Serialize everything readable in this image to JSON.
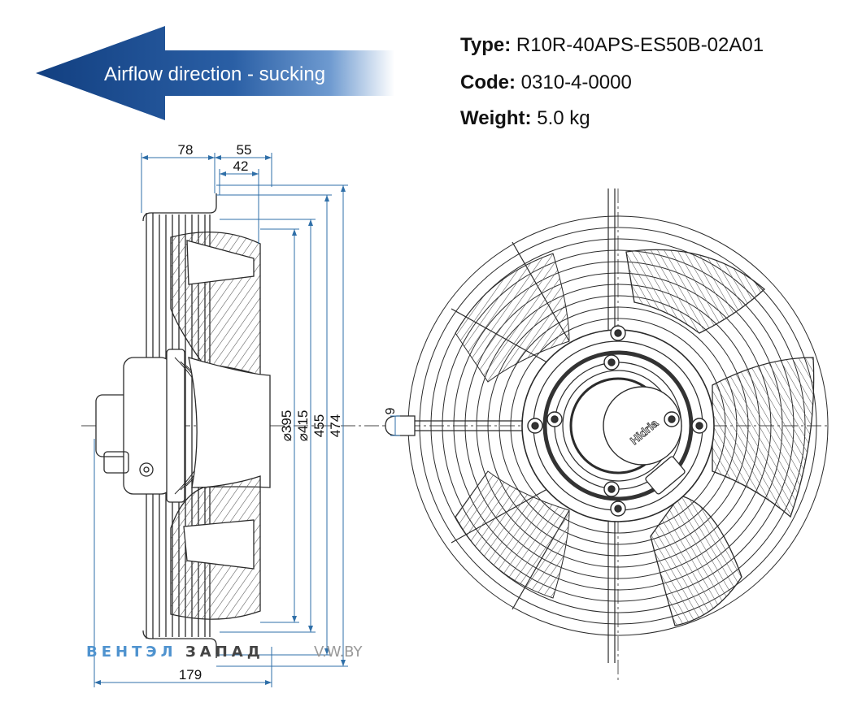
{
  "arrow": {
    "label": "Airflow direction - sucking"
  },
  "specs": {
    "type_label": "Type:",
    "type_value": "R10R-40APS-ES50B-02A01",
    "code_label": "Code:",
    "code_value": "0310-4-0000",
    "weight_label": "Weight:",
    "weight_value": "5.0 kg"
  },
  "dimensions": {
    "d78": "78",
    "d55": "55",
    "d42": "42",
    "d179": "179",
    "d395": "⌀395",
    "d415": "⌀415",
    "d455": "455",
    "d474": "474",
    "d9": "9"
  },
  "brand": {
    "logo_text": "Hidria"
  },
  "watermark": {
    "part1": "ВЕНТЭЛ",
    "part2": "ЗАПАД",
    "part3": "V.W.BY"
  },
  "colors": {
    "arrow": "#1d4f94",
    "dimension": "#2f6fa8",
    "line": "#2b2b2b",
    "watermark": "#4f93cf"
  }
}
